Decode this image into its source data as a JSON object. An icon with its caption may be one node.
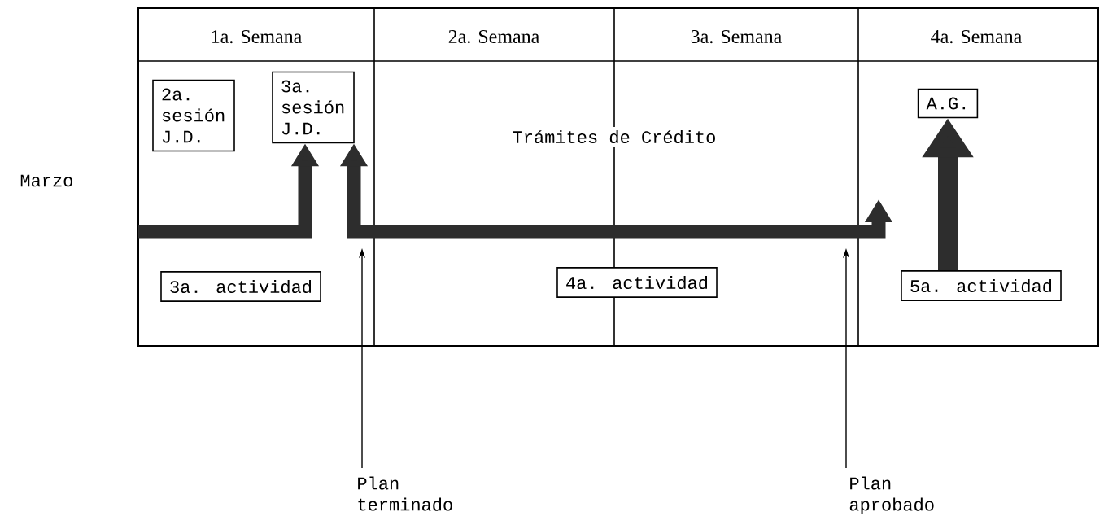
{
  "diagram": {
    "nodes": [
      {
        "text": [
          "2a. sesión J.D."
        ]
      },
      {
        "text": [
          "3a. sesión J.D."
        ]
      },
      {
        "text": [
          "A.G."
        ]
      },
      {
        "text": [
          "3a. actividad"
        ]
      },
      {
        "text": [
          "4a. actividad"
        ]
      },
      {
        "text": [
          "5a. actividad"
        ]
      },
      {
        "text": [
          "Plan terminado"
        ]
      },
      {
        "text": [
          "Plan aprobado"
        ]
      }
    ],
    "edges": [
      {
        "from": null,
        "to": 1,
        "arrow": "to"
      },
      {
        "from": 1,
        "to": null,
        "arrow": "both"
      },
      {
        "from": 5,
        "to": 2,
        "arrow": "to"
      },
      {
        "from": 6,
        "to": null,
        "arrow": "to"
      },
      {
        "from": 7,
        "to": null,
        "arrow": "to"
      }
    ],
    "labels": [
      "1a. Semana",
      "2a. Semana",
      "3a. Semana",
      "4a. Semana",
      "Trámites de Crédito",
      "Marzo"
    ]
  }
}
